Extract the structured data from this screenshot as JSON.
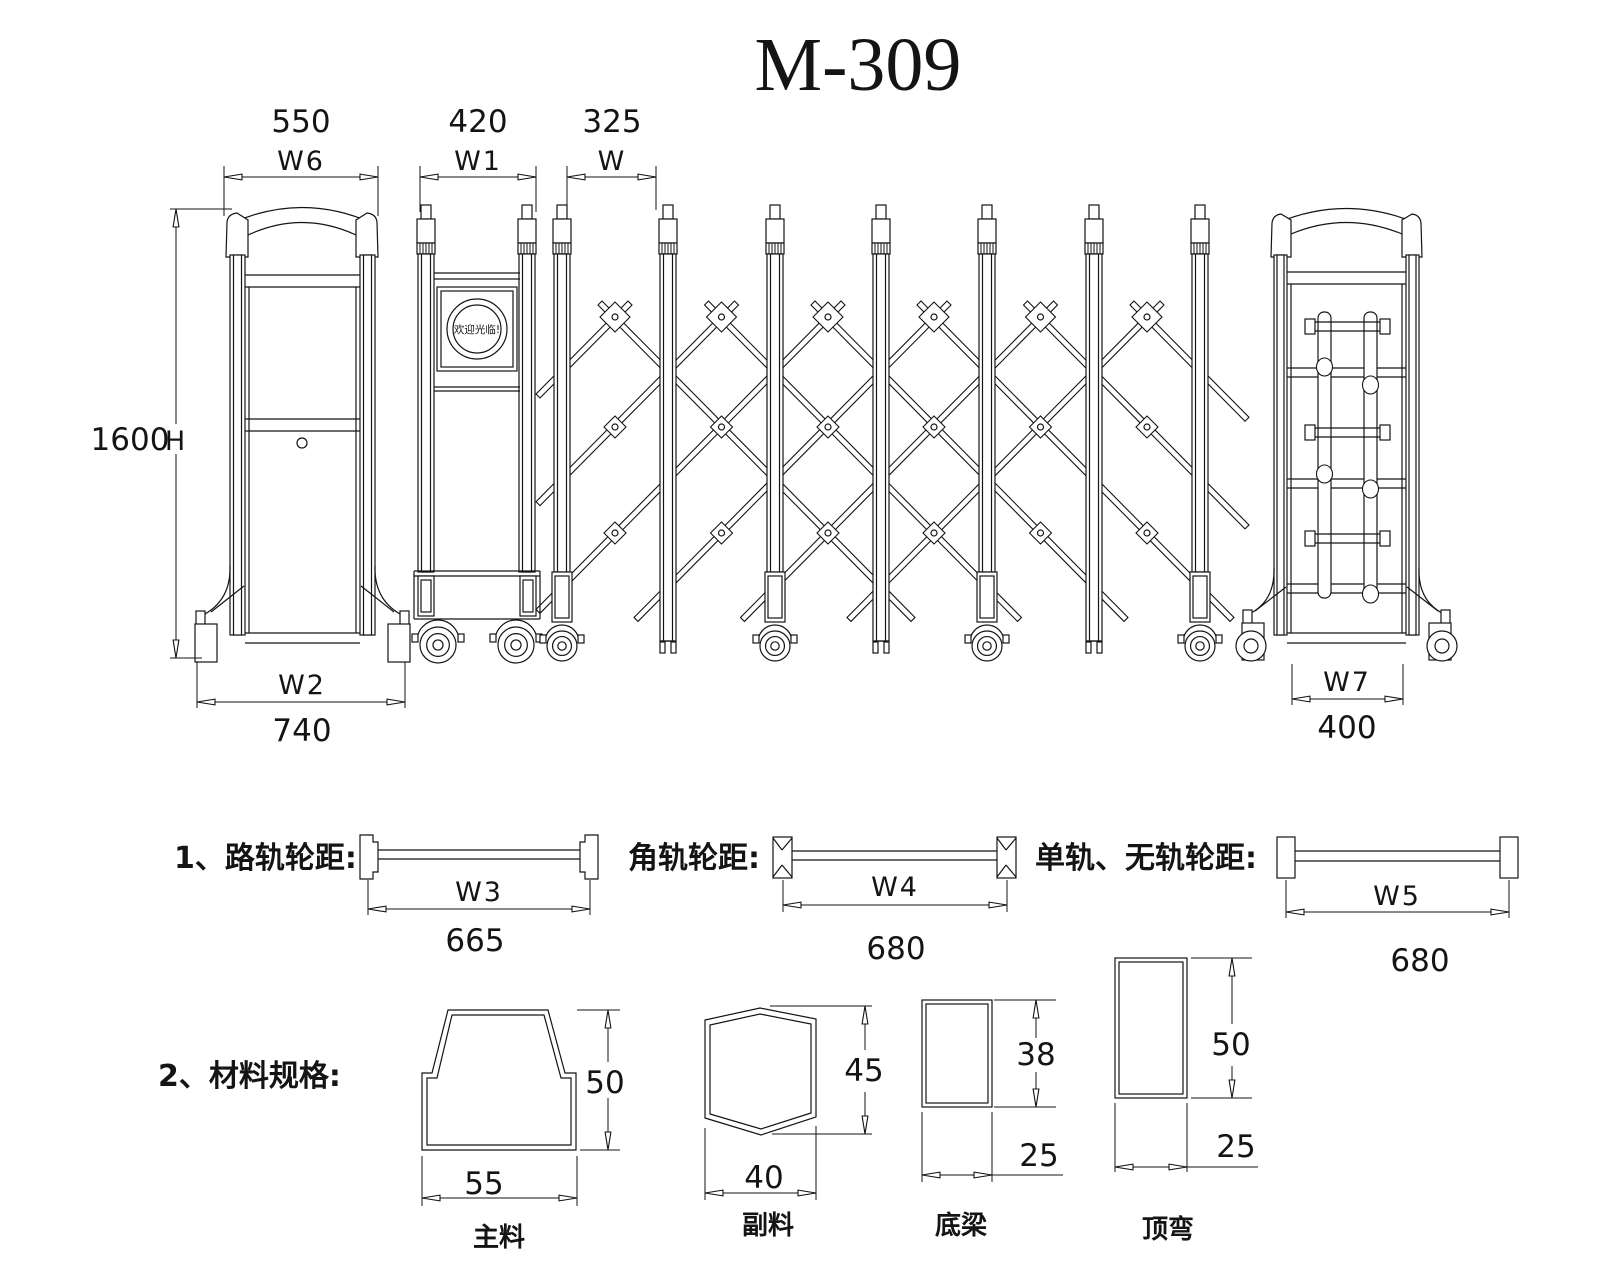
{
  "title": "M-309",
  "drawing": {
    "top_dims": [
      {
        "value": "550",
        "label": "W6"
      },
      {
        "value": "420",
        "label": "W1"
      },
      {
        "value": "325",
        "label": "W"
      }
    ],
    "height_dim": {
      "value": "1600",
      "label": "H"
    },
    "post_width_dims": [
      {
        "label": "W2",
        "value": "740"
      },
      {
        "label": "W7",
        "value": "400"
      }
    ],
    "sign_text": "欢迎光临!",
    "wheel_spacing": [
      {
        "name": "1、路轨轮距:",
        "label": "W3",
        "value": "665"
      },
      {
        "name": "角轨轮距:",
        "label": "W4",
        "value": "680"
      },
      {
        "name": "单轨、无轨轮距:",
        "label": "W5",
        "value": "680"
      }
    ],
    "materials": {
      "section_label": "2、材料规格:",
      "items": [
        {
          "name": "主料",
          "width": "55",
          "height": "50"
        },
        {
          "name": "副料",
          "width": "40",
          "height": "45"
        },
        {
          "name": "底梁",
          "width": "25",
          "height": "38"
        },
        {
          "name": "顶弯",
          "width": "25",
          "height": "50"
        }
      ]
    }
  }
}
